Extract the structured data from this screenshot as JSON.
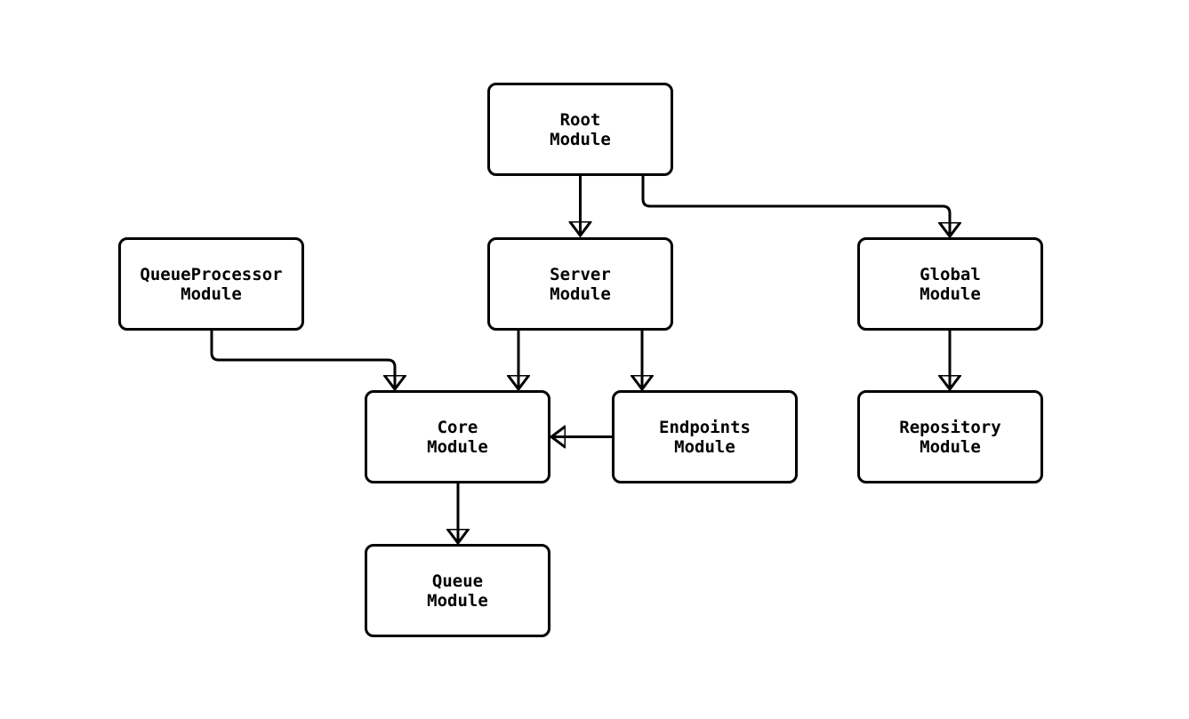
{
  "diagram": {
    "type": "flowchart",
    "direction": "top-down",
    "colors": {
      "background": "#ffffff",
      "node_fill": "#ffffff",
      "node_border": "#000000",
      "edge": "#000000",
      "text": "#000000"
    },
    "nodes": [
      {
        "id": "root",
        "label": "Root\nModule"
      },
      {
        "id": "queueprocessor",
        "label": "QueueProcessor\nModule"
      },
      {
        "id": "server",
        "label": "Server\nModule"
      },
      {
        "id": "global",
        "label": "Global\nModule"
      },
      {
        "id": "core",
        "label": "Core\nModule"
      },
      {
        "id": "endpoints",
        "label": "Endpoints\nModule"
      },
      {
        "id": "repository",
        "label": "Repository\nModule"
      },
      {
        "id": "queue",
        "label": "Queue\nModule"
      }
    ],
    "edges": [
      {
        "from": "root",
        "to": "server",
        "arrow": "filled-triangle"
      },
      {
        "from": "root",
        "to": "global",
        "arrow": "filled-triangle"
      },
      {
        "from": "queueprocessor",
        "to": "core",
        "arrow": "filled-triangle"
      },
      {
        "from": "server",
        "to": "core",
        "arrow": "filled-triangle"
      },
      {
        "from": "server",
        "to": "endpoints",
        "arrow": "filled-triangle"
      },
      {
        "from": "endpoints",
        "to": "core",
        "arrow": "filled-triangle"
      },
      {
        "from": "global",
        "to": "repository",
        "arrow": "filled-triangle"
      },
      {
        "from": "core",
        "to": "queue",
        "arrow": "filled-triangle"
      }
    ]
  }
}
